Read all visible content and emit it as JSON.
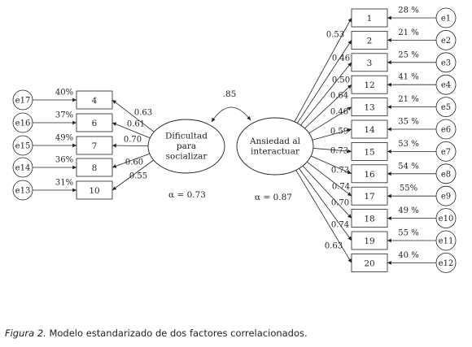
{
  "caption": {
    "label": "Figura 2.",
    "text": "Modelo estandarizado de dos factores correlacionados."
  },
  "factors": [
    {
      "id": "f1",
      "lines": [
        "Dificultad",
        "para",
        "socializar"
      ],
      "alpha": "α = 0.73"
    },
    {
      "id": "f2",
      "lines": [
        "Ansiedad al",
        "interactuar"
      ],
      "alpha": "α  = 0.87"
    }
  ],
  "correlation": ".85",
  "left_items": [
    {
      "item": "4",
      "error": "e17",
      "r2": "40%",
      "loading": "0.63"
    },
    {
      "item": "6",
      "error": "e16",
      "r2": "37%",
      "loading": "0.61"
    },
    {
      "item": "7",
      "error": "e15",
      "r2": "49%",
      "loading": "0.70"
    },
    {
      "item": "8",
      "error": "e14",
      "r2": "36%",
      "loading": "0.60"
    },
    {
      "item": "10",
      "error": "e13",
      "r2": "31%",
      "loading": "0.55"
    }
  ],
  "right_items": [
    {
      "item": "1",
      "error": "e1",
      "r2": "28 %",
      "loading": "0.53"
    },
    {
      "item": "2",
      "error": "e2",
      "r2": "21 %",
      "loading": "0.46"
    },
    {
      "item": "3",
      "error": "e3",
      "r2": "25 %",
      "loading": "0.50"
    },
    {
      "item": "12",
      "error": "e4",
      "r2": "41 %",
      "loading": "0.64"
    },
    {
      "item": "13",
      "error": "e5",
      "r2": "21 %",
      "loading": "0.46"
    },
    {
      "item": "14",
      "error": "e6",
      "r2": "35 %",
      "loading": "0.59"
    },
    {
      "item": "15",
      "error": "e7",
      "r2": "53 %",
      "loading": "0.73"
    },
    {
      "item": "16",
      "error": "e8",
      "r2": "54 %",
      "loading": "0.73"
    },
    {
      "item": "17",
      "error": "e9",
      "r2": "55%",
      "loading": "0.74"
    },
    {
      "item": "18",
      "error": "e10",
      "r2": "49 %",
      "loading": "0.70"
    },
    {
      "item": "19",
      "error": "e11",
      "r2": "55 %",
      "loading": "0.74"
    },
    {
      "item": "20",
      "error": "e12",
      "r2": "40 %",
      "loading": "0.63"
    }
  ]
}
